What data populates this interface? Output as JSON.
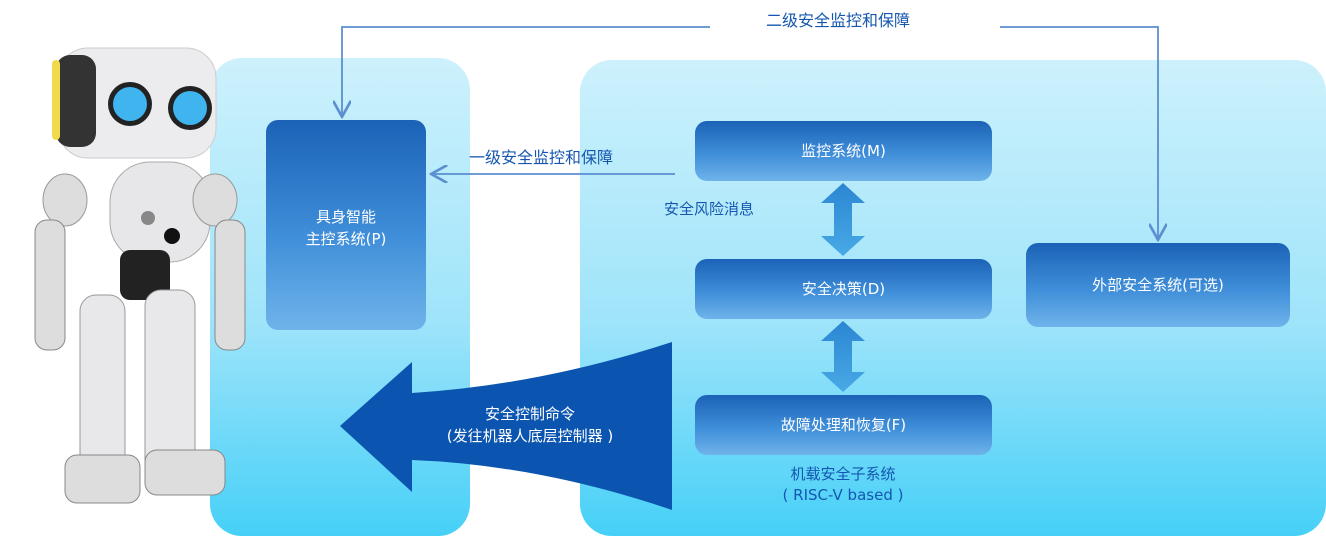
{
  "title_level2": "二级安全监控和保障",
  "level1_label": "一级安全监控和保障",
  "risk_message": "安全风险消息",
  "main_control": {
    "line1": "具身智能",
    "line2": "主控系统(P)"
  },
  "monitor": "监控系统(M)",
  "decision": "安全决策(D)",
  "fault": "故障处理和恢复(F)",
  "external": "外部安全系统(可选)",
  "subsystem": {
    "line1": "机载安全子系统",
    "line2": "( RISC-V based )"
  },
  "command": {
    "line1": "安全控制命令",
    "line2": "(发往机器人底层控制器 )"
  },
  "colors": {
    "line": "#5b8fd0",
    "box_top": "#1b62b6",
    "arrow": "#0b55b0"
  }
}
